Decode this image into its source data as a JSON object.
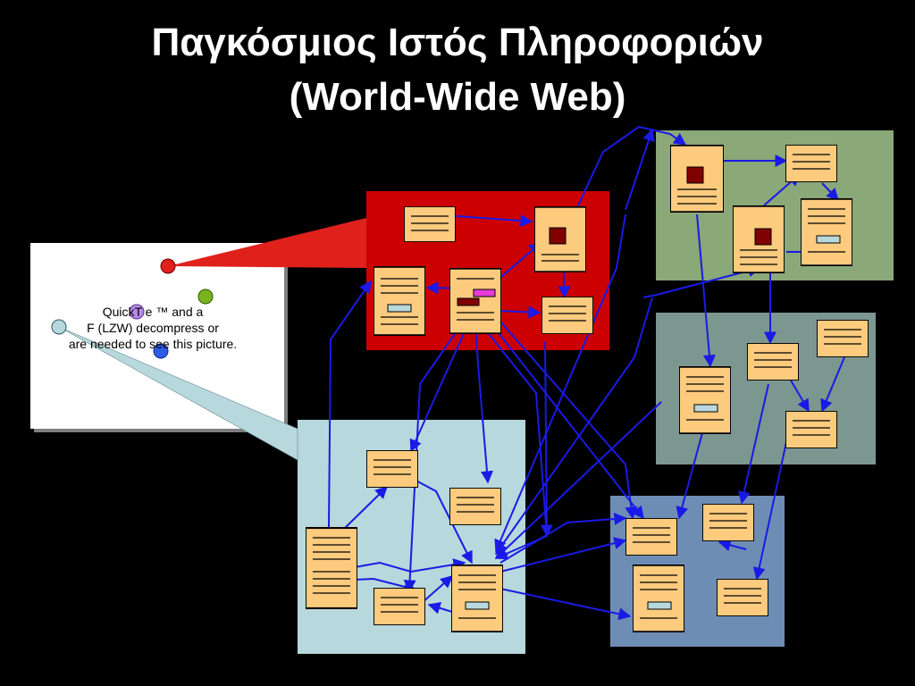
{
  "title": {
    "line1": "Παγκόσμιος Ιστός Πληροφοριών",
    "line2": "(World-Wide Web)"
  },
  "placeholder": {
    "line1": "QuickT e ™ and a",
    "line2": "F (LZW) decompress or",
    "line3": "are needed to see this picture."
  },
  "colors": {
    "background": "#000000",
    "red_site": "#CC0000",
    "green_site": "#8AA878",
    "grey_site": "#7C9690",
    "blue_site": "#6E8DB5",
    "lightblue_site": "#B7D8DC",
    "page": "#FCCB7E",
    "link": "#1A1AE6",
    "anchor": "#800000"
  }
}
